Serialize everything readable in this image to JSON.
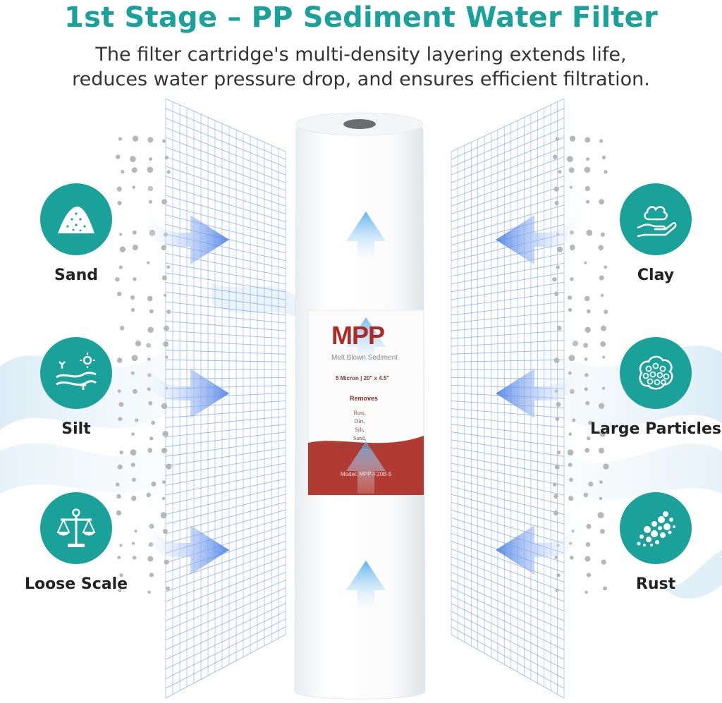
{
  "header": {
    "title": "1st Stage – PP Sediment Water Filter",
    "subtitle_line1": "The filter cartridge's multi-density layering extends life,",
    "subtitle_line2": "reduces water pressure drop, and ensures efficient filtration."
  },
  "features_left": [
    {
      "label": "Sand",
      "icon": "sand-pile-icon"
    },
    {
      "label": "Silt",
      "icon": "silt-terrain-icon"
    },
    {
      "label": "Loose Scale",
      "icon": "balance-scale-icon"
    }
  ],
  "features_right": [
    {
      "label": "Clay",
      "icon": "clay-hand-icon"
    },
    {
      "label": "Large Particles",
      "icon": "particle-cluster-icon"
    },
    {
      "label": "Rust",
      "icon": "rust-flakes-icon"
    }
  ],
  "cartridge_label": {
    "brand": "MPP",
    "product": "Melt Blown Sediment",
    "spec": "5 Micron | 20\" x 4.5\"",
    "removes_heading": "Removes",
    "removes_items": [
      "Rust,",
      "Dirt,",
      "Silt,",
      "Sand,",
      "Undissolved Particles."
    ],
    "model": "Model: MPP-F20B-5"
  },
  "colors": {
    "accent": "#1aa19a",
    "brand_red": "#b02a24",
    "flow_blue": "#3f7fe6",
    "mesh_blue": "#5b8fe0"
  }
}
